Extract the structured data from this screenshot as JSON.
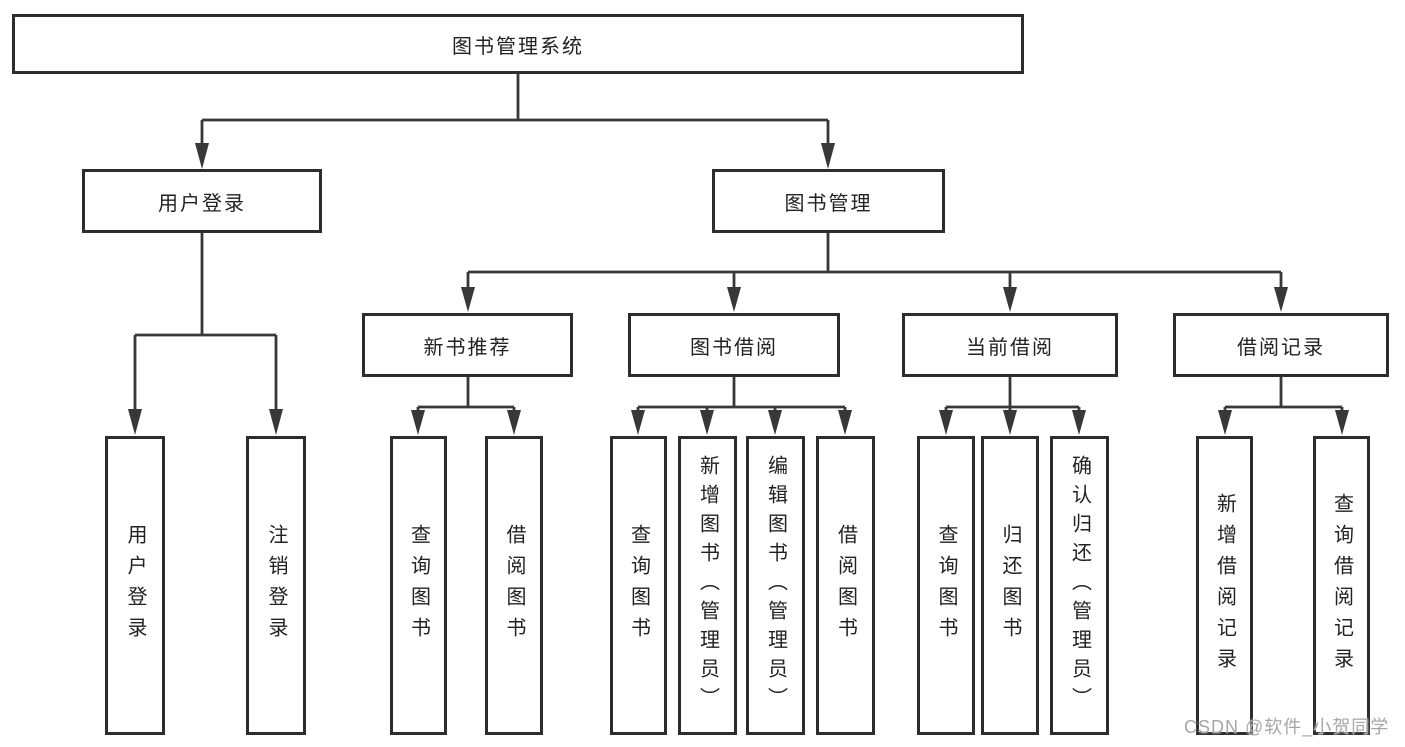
{
  "diagram": {
    "title": "图书管理系统",
    "nodes": {
      "root": {
        "label": "图书管理系统"
      },
      "user_login": {
        "label": "用户登录"
      },
      "book_mgmt": {
        "label": "图书管理"
      },
      "new_book_rec": {
        "label": "新书推荐"
      },
      "book_borrow": {
        "label": "图书借阅"
      },
      "current_borrow": {
        "label": "当前借阅"
      },
      "borrow_records": {
        "label": "借阅记录"
      },
      "leaf_user_login": {
        "label": "用户登录"
      },
      "leaf_logout": {
        "label": "注销登录"
      },
      "leaf_rec_query_books": {
        "label": "查询图书"
      },
      "leaf_rec_borrow_books": {
        "label": "借阅图书"
      },
      "leaf_bb_query_books": {
        "label": "查询图书"
      },
      "leaf_bb_add_books": {
        "label": "新增图书（管理员）"
      },
      "leaf_bb_edit_books": {
        "label": "编辑图书（管理员）"
      },
      "leaf_bb_borrow_books": {
        "label": "借阅图书"
      },
      "leaf_cb_query_books": {
        "label": "查询图书"
      },
      "leaf_cb_return_books": {
        "label": "归还图书"
      },
      "leaf_cb_confirm_return": {
        "label": "确认归还（管理员）"
      },
      "leaf_br_add_record": {
        "label": "新增借阅记录"
      },
      "leaf_br_query_record": {
        "label": "查询借阅记录"
      }
    },
    "watermark": {
      "text": "CSDN @软件_小贺同学"
    },
    "colors": {
      "line": "#383838",
      "box_border": "#2d2d2d",
      "box_background": "#ffffff",
      "text": "#222222",
      "watermark": "#a6a6a6"
    }
  }
}
